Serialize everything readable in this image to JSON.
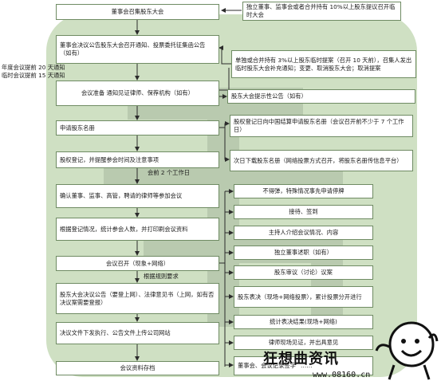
{
  "main_flow": [
    "董事会召集股东大会",
    "董事会决议公告股东大会召开通知、投票委托征集函公告（如有）",
    "会议准备 通知见证律师、保荐机构（如有）",
    "申请股东名册",
    "股权登记，并提醒参会时间及注意事项",
    "确认董事、监事、高管，聘请的律师等参加会议",
    "根据登记情况，统计参会人数，并打印刷会议资料",
    "会议召开（现象+网络）",
    "股东大会决议公告（要登上网）、法律意见书（上网，如有否决议案需要登报）",
    "决议文件下发执行、公告文件上传公司网站",
    "会议资料存档"
  ],
  "side_notes": {
    "top_right": "独立董事、监事会或者合并持有 10%以上股东提议召开临时大会",
    "temp_proposal": "单独或合并持有 3%以上股东临时提案（召开 10 天前），召集人发出临时股东大会补充通知；变更、取消股东大会；取消提案",
    "reminder": "股东大会提示性公告（如有）",
    "register_apply": "股权登记日向中国结算申请股东名册（会议召开前不少于 7 个工作日）",
    "register_download": "次日下载股东名册（网络投票方式召开，将股东名册传信息平台）",
    "notice_days_annual": "年度会议提前 20 天通知",
    "notice_days_temp": "临时会议提前 15 天通知",
    "two_days": "会前 2 个工作日",
    "per_rules": "根据规则要求"
  },
  "meeting_steps": [
    "不得弹，特殊情况事先申请停牌",
    "接待、签到",
    "主持人介绍会议情况、内容",
    "独立董事述职（如有）",
    "股东审议（讨论）议案",
    "股东表决（现场+网络投票），累计投票分开进行",
    "统计表决结果(现场+网络)",
    "律师现场见证，并出具意见",
    "董事会、会议记录签字",
    "……"
  ],
  "brand": {
    "name": "狂想曲资讯",
    "url": "www.08160.cn"
  }
}
